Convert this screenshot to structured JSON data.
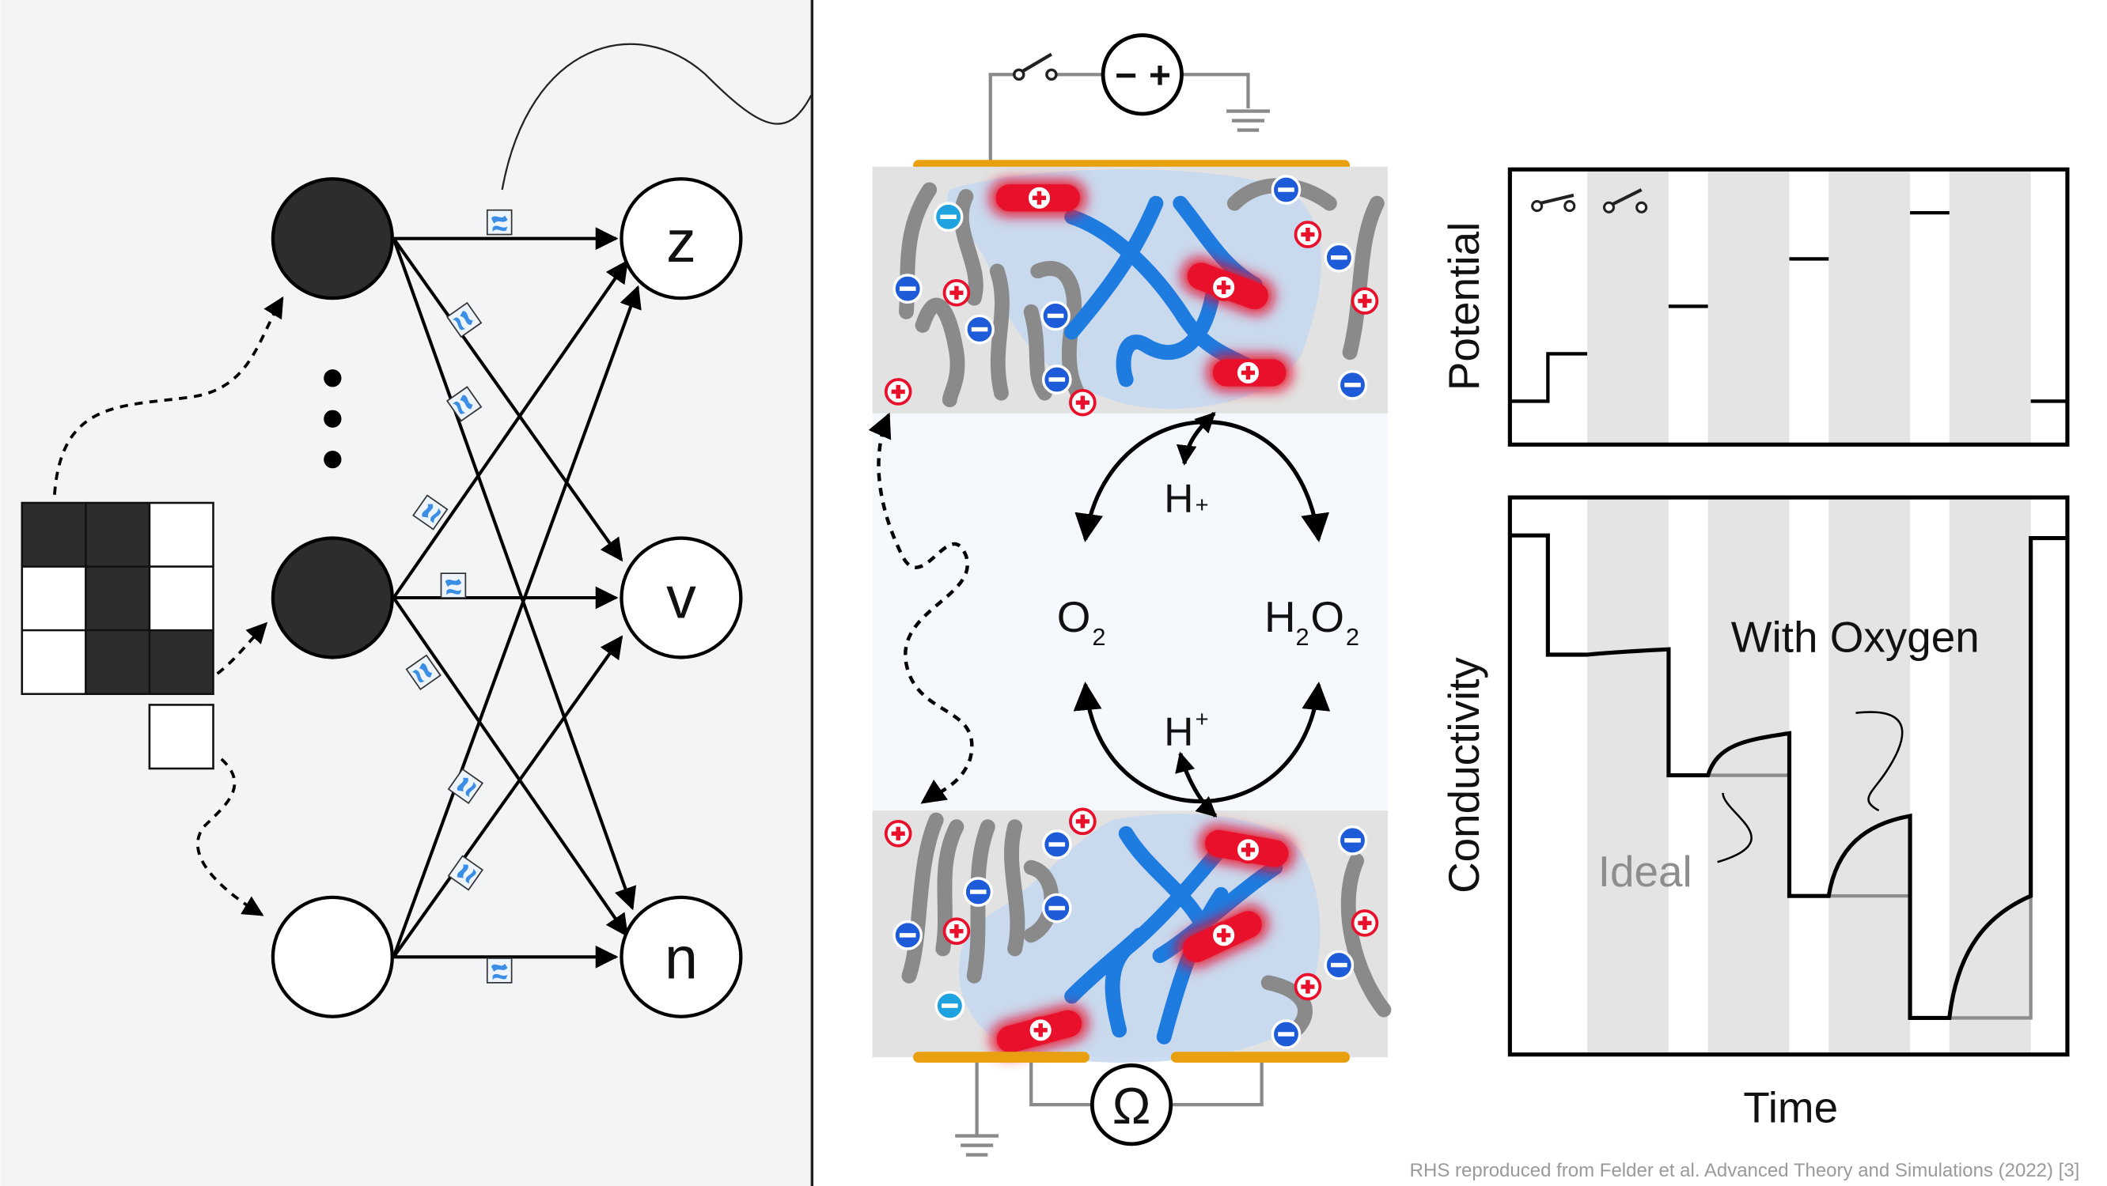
{
  "network": {
    "outputs": [
      "z",
      "v",
      "n"
    ]
  },
  "circuit": {
    "battery_minus": "−",
    "battery_plus": "+",
    "ohm_symbol": "Ω"
  },
  "reactions": {
    "h_top": "H",
    "h_top_sup": "+",
    "h_bottom": "H",
    "h_bottom_sup": "+",
    "o2": "O",
    "o2_sub": "2",
    "h2o2_h": "H",
    "h2o2_sub1": "2",
    "h2o2_o": "O",
    "h2o2_sub2": "2"
  },
  "plots": {
    "potential_ylabel": "Potential",
    "conductivity_ylabel": "Conductivity",
    "xlabel": "Time",
    "label_with_oxygen": "With Oxygen",
    "label_ideal": "Ideal"
  },
  "footer": {
    "citation": "RHS reproduced from Felder et al. Advanced Theory and Simulations (2022) [3]"
  },
  "colors": {
    "left_panel_bg": "#f3f4f6",
    "blue_polymer": "#1e7be0",
    "red_cation": "#e8102a",
    "electrode_orange": "#e8a010",
    "gray_polymer": "#8a8a8a",
    "dark_node": "#2d2d2d"
  }
}
